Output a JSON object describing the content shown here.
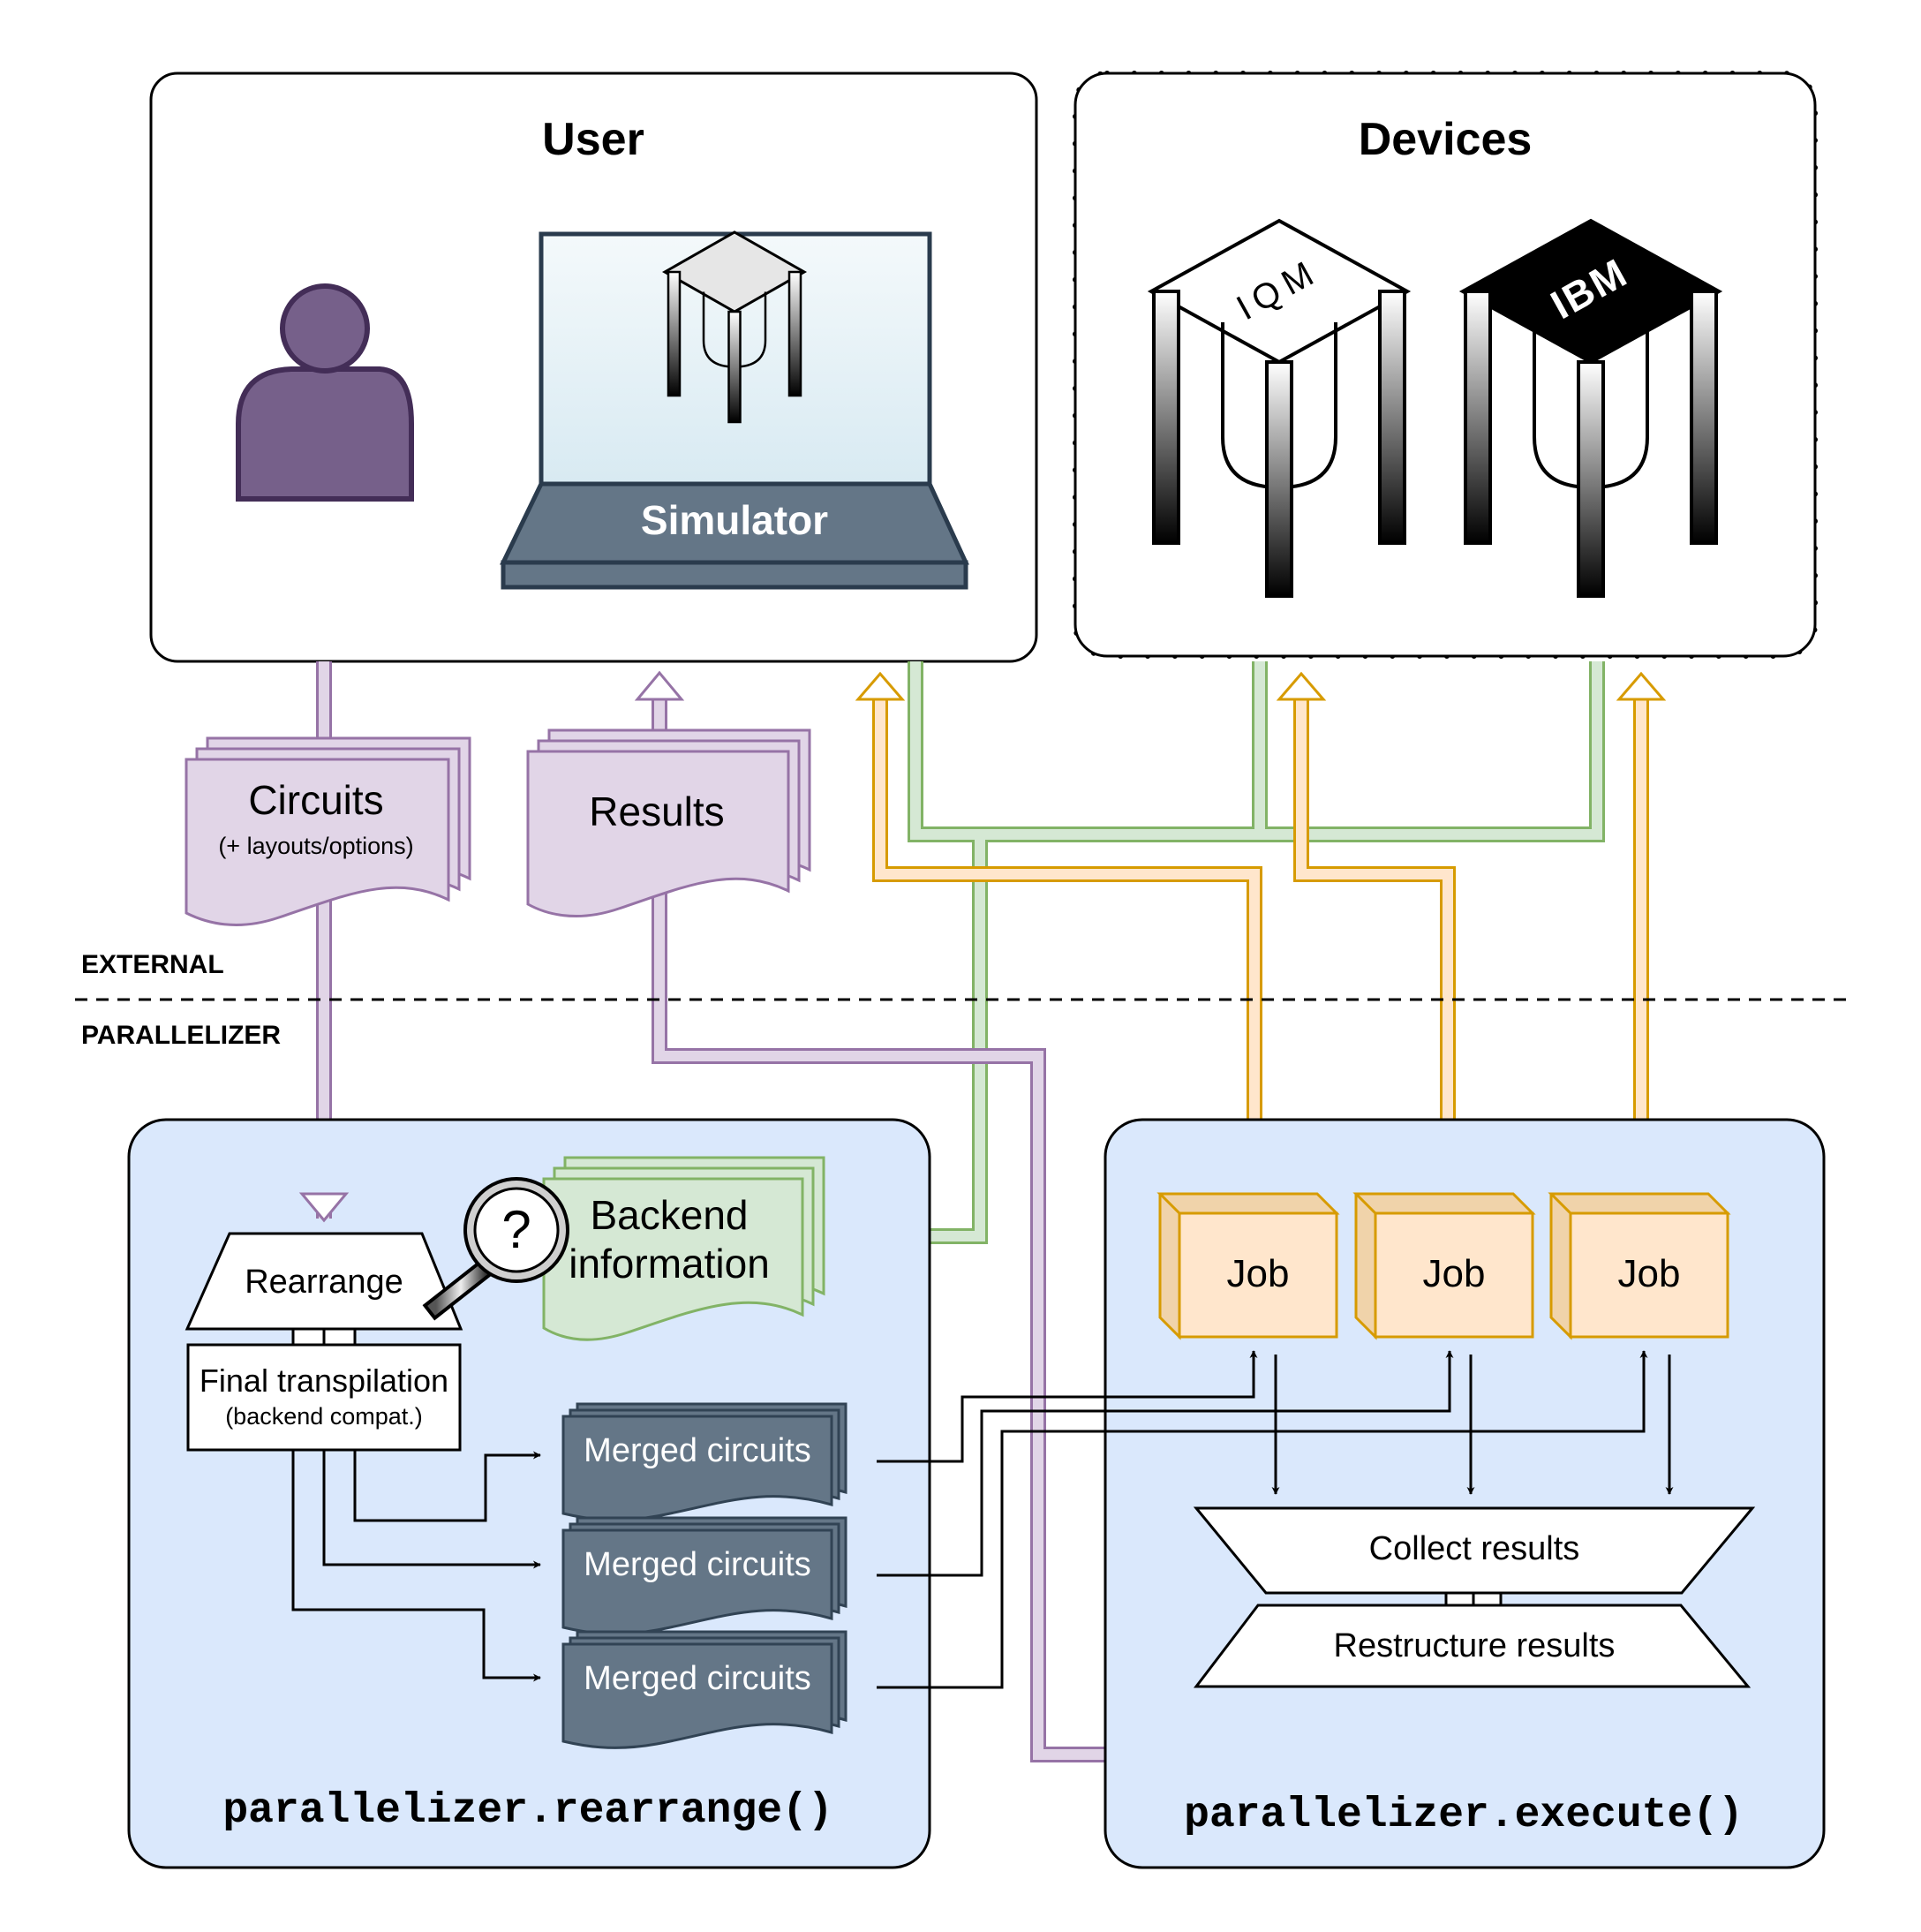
{
  "user": {
    "title": "User",
    "simulator_label": "Simulator"
  },
  "devices": {
    "title": "Devices",
    "iqm_logo": "IQM",
    "ibm_logo": "IBM"
  },
  "documents": {
    "circuits_title": "Circuits",
    "circuits_subtitle": "(+ layouts/options)",
    "results_title": "Results",
    "backend_line1": "Backend",
    "backend_line2": "information"
  },
  "zones": {
    "external": "EXTERNAL",
    "parallelizer": "PARALLELIZER"
  },
  "rearrange_panel": {
    "rearrange_label": "Rearrange",
    "transpile_label": "Final transpilation",
    "transpile_sub": "(backend compat.)",
    "merged_label": "Merged circuits",
    "magnifier_symbol": "?",
    "function_name": "parallelizer.rearrange()"
  },
  "execute_panel": {
    "job_label": "Job",
    "collect_label": "Collect results",
    "restructure_label": "Restructure results",
    "function_name": "parallelizer.execute()"
  },
  "colors": {
    "purple_flow": "#9673a6",
    "purple_fill": "#e1d5e7",
    "green_flow": "#82b366",
    "green_fill": "#d5e8d4",
    "orange_flow": "#d79b00",
    "orange_fill": "#ffe6cc",
    "panel_fill": "#dae8fc",
    "slate": "#647687",
    "person": "#76608a"
  }
}
